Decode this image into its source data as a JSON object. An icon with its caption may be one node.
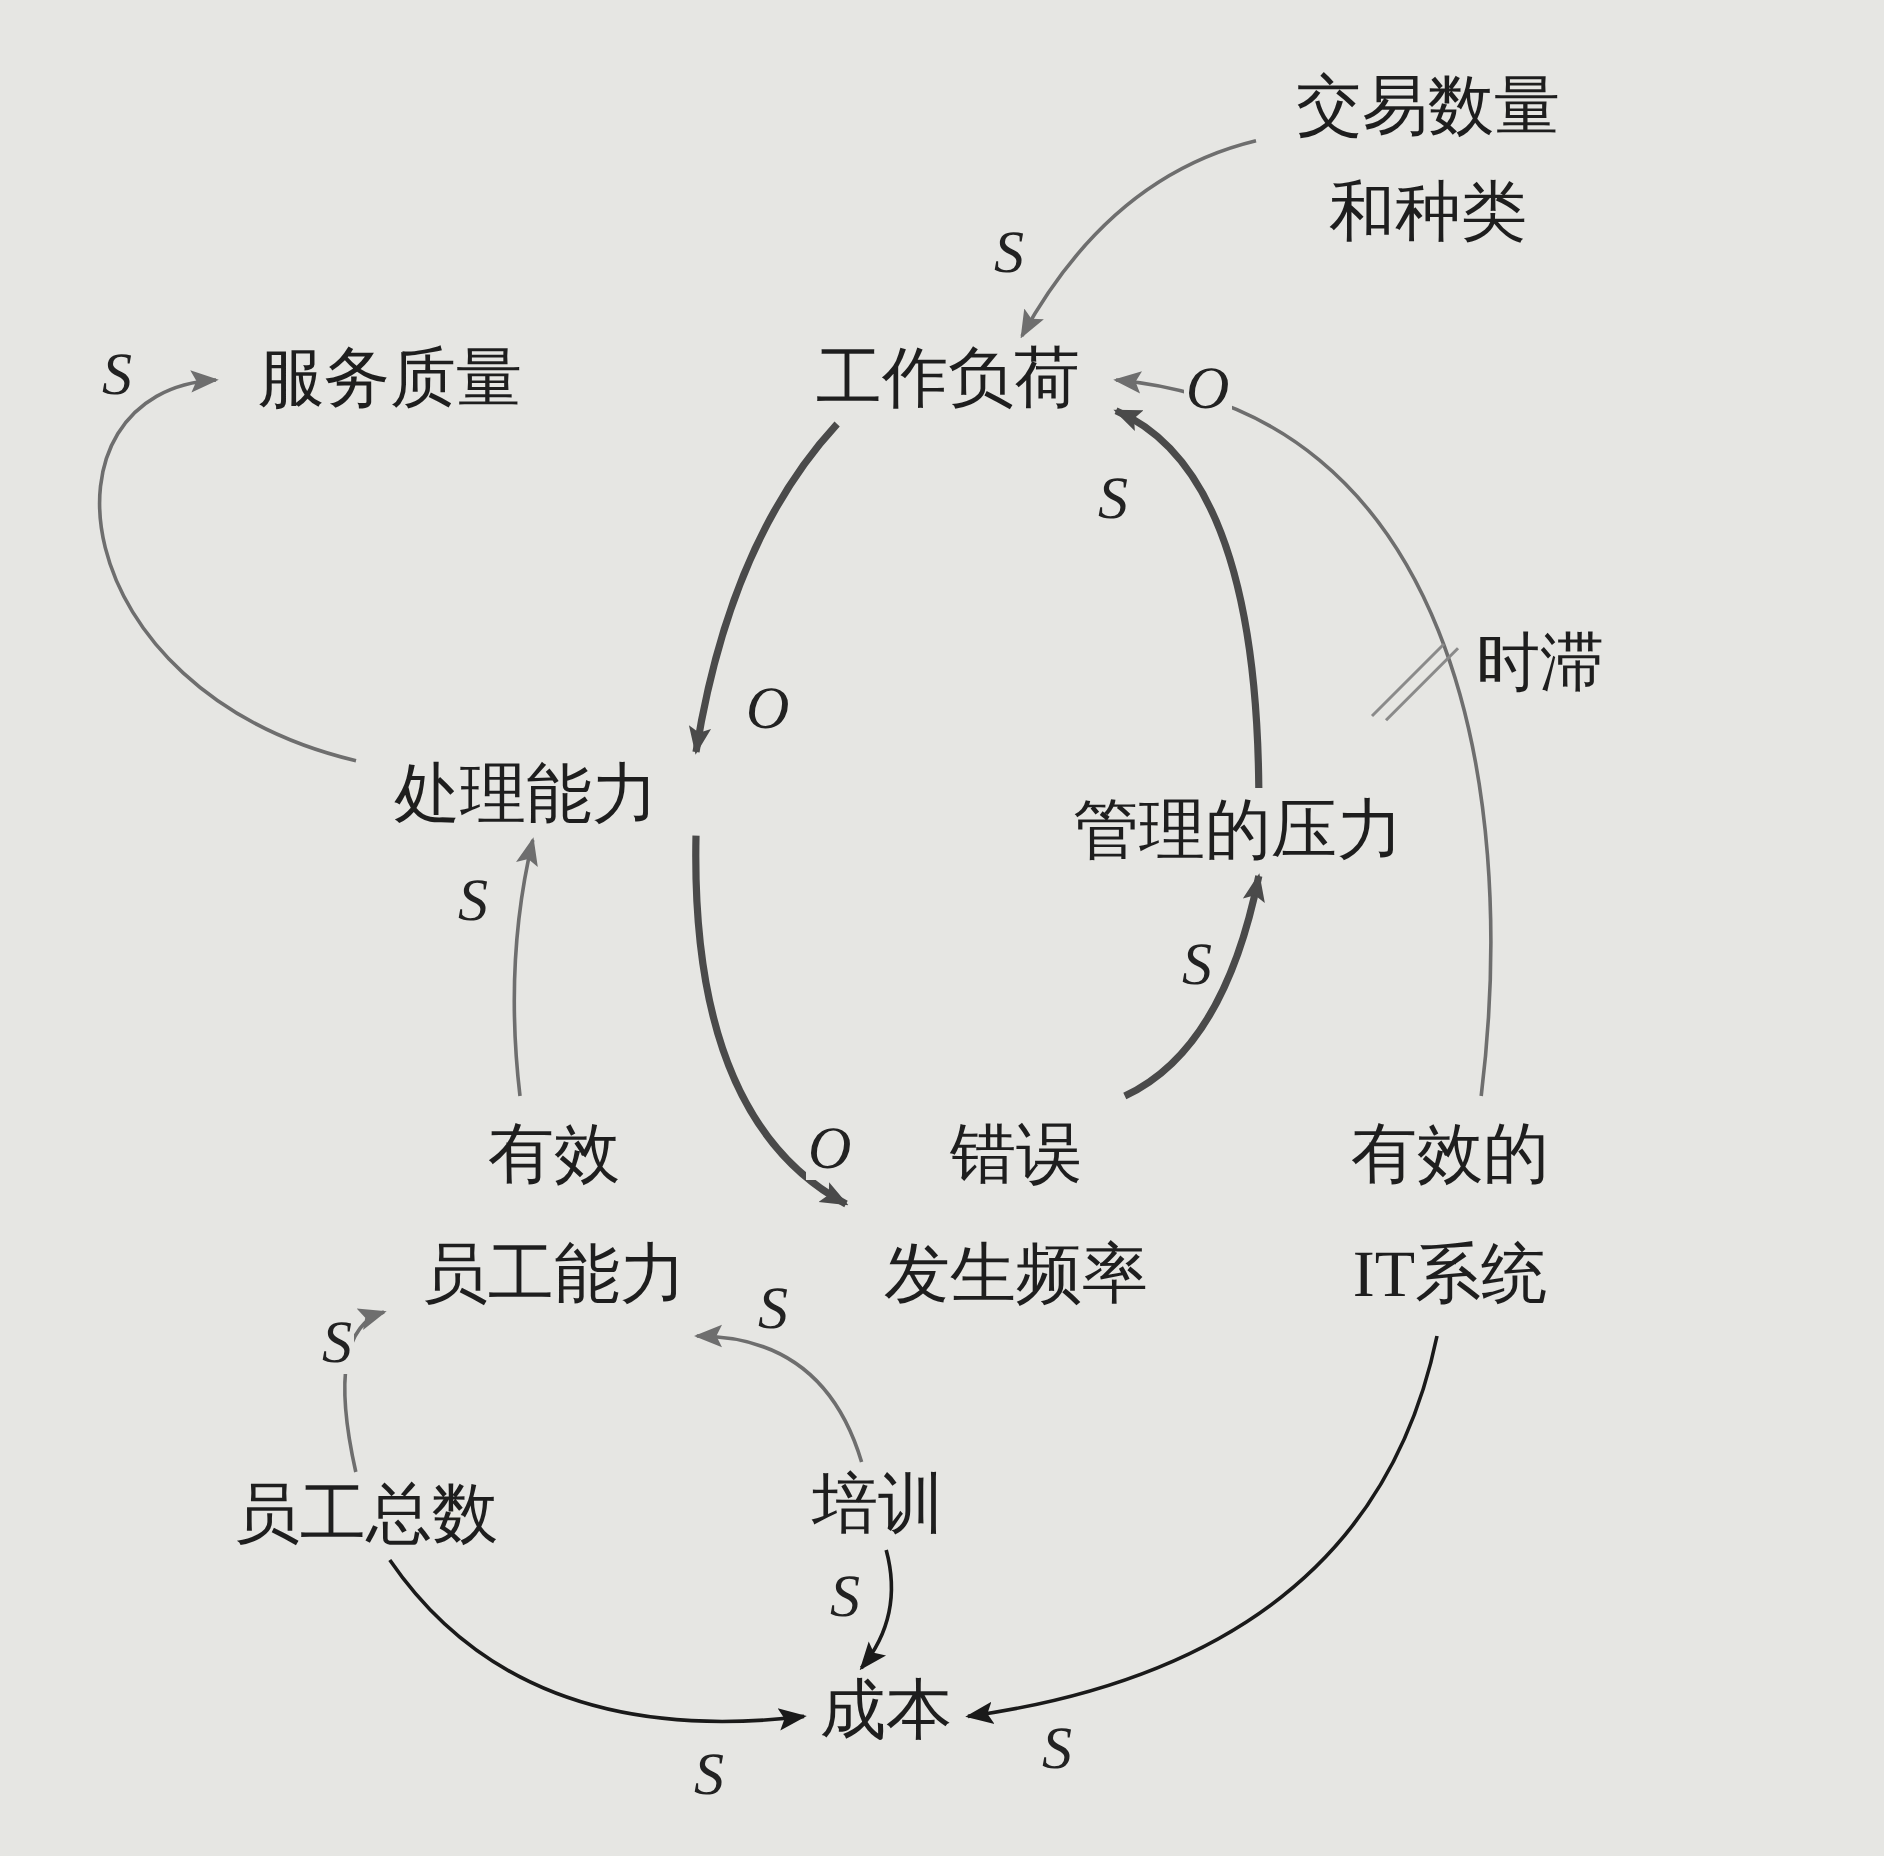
{
  "diagram": {
    "nodes": [
      {
        "text": [
          "交易数量和种类"
        ]
      },
      {
        "text": [
          "服务质量"
        ]
      },
      {
        "text": [
          "工作负荷"
        ]
      },
      {
        "text": [
          "处理能力"
        ]
      },
      {
        "text": [
          "管理的压力"
        ]
      },
      {
        "text": [
          "有效员工能力"
        ]
      },
      {
        "text": [
          "错误发生频率"
        ]
      },
      {
        "text": [
          "有效的IT系统"
        ]
      },
      {
        "text": [
          "员工总数"
        ]
      },
      {
        "text": [
          "培训"
        ]
      },
      {
        "text": [
          "成本"
        ]
      }
    ],
    "edges": [
      {
        "from": 0,
        "to": 2,
        "arrow": "to",
        "label": "S"
      },
      {
        "from": 3,
        "to": 1,
        "arrow": "to",
        "label": "S"
      },
      {
        "from": 2,
        "to": 3,
        "arrow": "to",
        "label": "O",
        "style": "thick"
      },
      {
        "from": 3,
        "to": 6,
        "arrow": "to",
        "label": "O",
        "style": "thick"
      },
      {
        "from": 6,
        "to": 4,
        "arrow": "to",
        "label": "S",
        "style": "thick"
      },
      {
        "from": 4,
        "to": 2,
        "arrow": "to",
        "label": "S",
        "style": "thick"
      },
      {
        "from": 7,
        "to": 2,
        "arrow": "to",
        "label": "O"
      },
      {
        "from": 5,
        "to": 3,
        "arrow": "to",
        "label": "S"
      },
      {
        "from": 8,
        "to": 5,
        "arrow": "to",
        "label": "S"
      },
      {
        "from": 9,
        "to": 5,
        "arrow": "to",
        "label": "S"
      },
      {
        "from": 9,
        "to": 10,
        "arrow": "to",
        "label": "S",
        "color": "#1a1a1a"
      },
      {
        "from": 8,
        "to": 10,
        "arrow": "to",
        "label": "S",
        "color": "#1a1a1a"
      },
      {
        "from": 7,
        "to": 10,
        "arrow": "to",
        "label": "S",
        "color": "#1a1a1a"
      }
    ],
    "labels": [
      "时滞"
    ]
  }
}
